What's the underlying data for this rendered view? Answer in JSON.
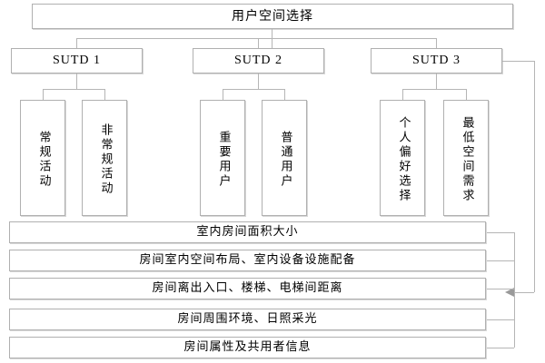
{
  "diagram": {
    "root": {
      "label": "用户空间选择"
    },
    "level1": [
      {
        "id": "sutd-1",
        "label": "SUTD 1"
      },
      {
        "id": "sutd-2",
        "label": "SUTD 2"
      },
      {
        "id": "sutd-3",
        "label": "SUTD 3"
      }
    ],
    "leaves": [
      {
        "id": "leaf-a",
        "parent": "sutd-1",
        "label": "常规活动"
      },
      {
        "id": "leaf-b",
        "parent": "sutd-1",
        "label": "非常规活动"
      },
      {
        "id": "leaf-c",
        "parent": "sutd-2",
        "label": "重要用户"
      },
      {
        "id": "leaf-d",
        "parent": "sutd-2",
        "label": "普通用户"
      },
      {
        "id": "leaf-e",
        "parent": "sutd-3",
        "label": "个人偏好选择"
      },
      {
        "id": "leaf-f",
        "parent": "sutd-3",
        "label": "最低空间需求"
      }
    ],
    "attributes": [
      {
        "id": "attr-0",
        "label": "室内房间面积大小"
      },
      {
        "id": "attr-1",
        "label": "房间室内空间布局、室内设备设施配备"
      },
      {
        "id": "attr-2",
        "label": "房间离出入口、楼梯、电梯间距离"
      },
      {
        "id": "attr-3",
        "label": "房间周围环境、日照采光"
      },
      {
        "id": "attr-4",
        "label": "房间属性及共用者信息"
      }
    ],
    "colors": {
      "border": "#b0b0b0",
      "line": "#b5b5b5",
      "arrow": "#9a9a9a",
      "background": "#ffffff",
      "text": "#000000"
    }
  }
}
